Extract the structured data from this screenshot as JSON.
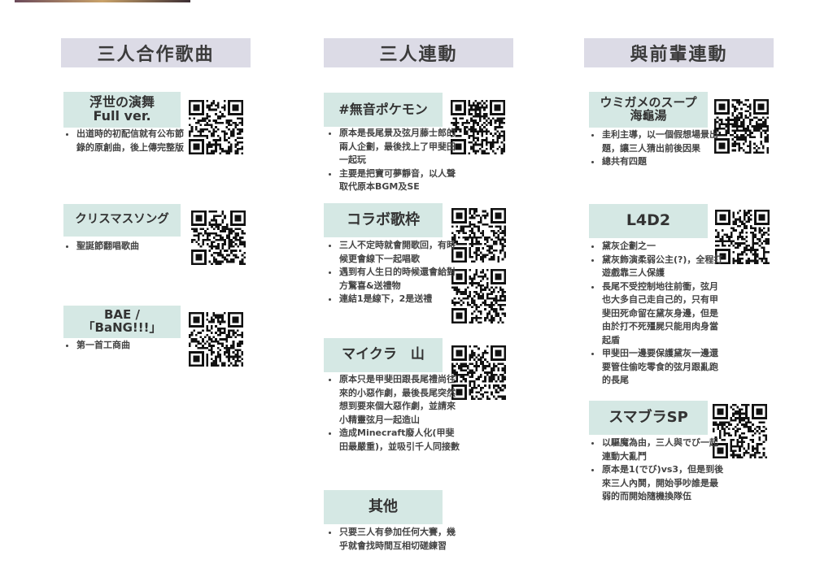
{
  "columns": [
    {
      "header": "三人合作歌曲",
      "items": [
        {
          "title_lines": [
            "浮世の演舞",
            "Full ver."
          ],
          "bullets": [
            "出道時的初配信就有公布節錄的原創曲，後上傳完整版"
          ]
        },
        {
          "title_lines": [
            "クリスマスソング"
          ],
          "bullets": [
            "聖誕節翻唱歌曲"
          ]
        },
        {
          "title_lines": [
            "BAE /",
            "「BaNG!!!」"
          ],
          "bullets": [
            "第一首工商曲"
          ]
        }
      ]
    },
    {
      "header": "三人連動",
      "items": [
        {
          "title_lines": [
            "#無音ポケモン"
          ],
          "bullets": [
            "原本是長尾景及弦月藤士郎的兩人企劃，最後找上了甲斐田一起玩",
            "主要是把寶可夢靜音，以人聲取代原本BGM及SE"
          ]
        },
        {
          "title_lines": [
            "コラボ歌枠"
          ],
          "bullets": [
            "三人不定時就會開歌回，有時候更會線下一起唱歌",
            "遇到有人生日的時候還會給對方驚喜&送禮物",
            "連結1是線下，2是送禮"
          ]
        },
        {
          "title_lines": [
            "マイクラ　山"
          ],
          "bullets": [
            "原本只是甲斐田跟長尾禮尚往來的小惡作劇，最後長尾突然想到要來個大惡作劇，並請來小精靈弦月一起造山",
            "造成Minecraft廢人化(甲斐田最嚴重)，並吸引千人同接數"
          ]
        },
        {
          "title_lines": [
            "其他"
          ],
          "bullets": [
            "只要三人有參加任何大賽，幾乎就會找時間互相切磋練習"
          ]
        }
      ]
    },
    {
      "header": "與前輩連動",
      "items": [
        {
          "title_lines": [
            "ウミガメのスープ",
            "海龜湯"
          ],
          "bullets": [
            "圭利主導，以一個假想場景出題，讓三人猜出前後因果",
            "總共有四題"
          ]
        },
        {
          "title_lines": [
            "L4D2"
          ],
          "bullets": [
            "黛灰企劃之一",
            "黛灰飾演柔弱公主(?)，全程打遊戲靠三人保護",
            "長尾不受控制地往前衝，弦月也大多自己走自己的，只有甲斐田死命留在黛灰身邊，但是由於打不死殭屍只能用肉身當起盾",
            "甲斐田一邊要保護黛灰一邊還要管住偷吃零食的弦月跟亂跑的長尾"
          ]
        },
        {
          "title_lines": [
            "スマブラSP"
          ],
          "bullets": [
            "以驅魔為由，三人與でび一起連動大亂鬥",
            "原本是1(でび)vs3，但是到後來三人內鬨，開始爭吵誰是最弱的而開始隨機換隊伍"
          ]
        }
      ]
    }
  ],
  "colors": {
    "header_bg": "#dcdbe6",
    "title_bg": "#d5e8e4",
    "qr": "#111111"
  },
  "icons": {
    "qr": "qr-code-icon",
    "bullet": "bullet-dot"
  }
}
